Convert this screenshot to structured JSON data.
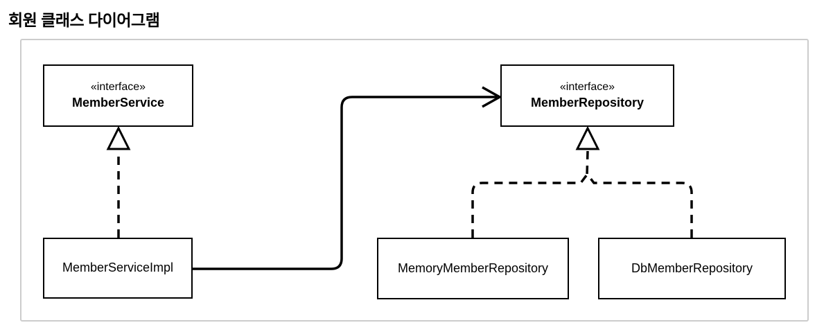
{
  "title": "회원 클래스 다이어그램",
  "diagram": {
    "nodes": {
      "member_service": {
        "stereotype": "«interface»",
        "name": "MemberService"
      },
      "member_repository": {
        "stereotype": "«interface»",
        "name": "MemberRepository"
      },
      "member_service_impl": {
        "name": "MemberServiceImpl"
      },
      "memory_member_repository": {
        "name": "MemoryMemberRepository"
      },
      "db_member_repository": {
        "name": "DbMemberRepository"
      }
    },
    "edges": [
      {
        "from": "MemberServiceImpl",
        "to": "MemberService",
        "type": "realization",
        "line": "dashed",
        "head": "hollow-triangle"
      },
      {
        "from": "MemberServiceImpl",
        "to": "MemberRepository",
        "type": "association",
        "line": "solid",
        "head": "open-arrow"
      },
      {
        "from": "MemoryMemberRepository",
        "to": "MemberRepository",
        "type": "realization",
        "line": "dashed",
        "head": "hollow-triangle"
      },
      {
        "from": "DbMemberRepository",
        "to": "MemberRepository",
        "type": "realization",
        "line": "dashed",
        "head": "hollow-triangle"
      }
    ],
    "colors": {
      "stroke": "#000000",
      "panel_border": "#cccccc",
      "background": "#ffffff"
    }
  }
}
